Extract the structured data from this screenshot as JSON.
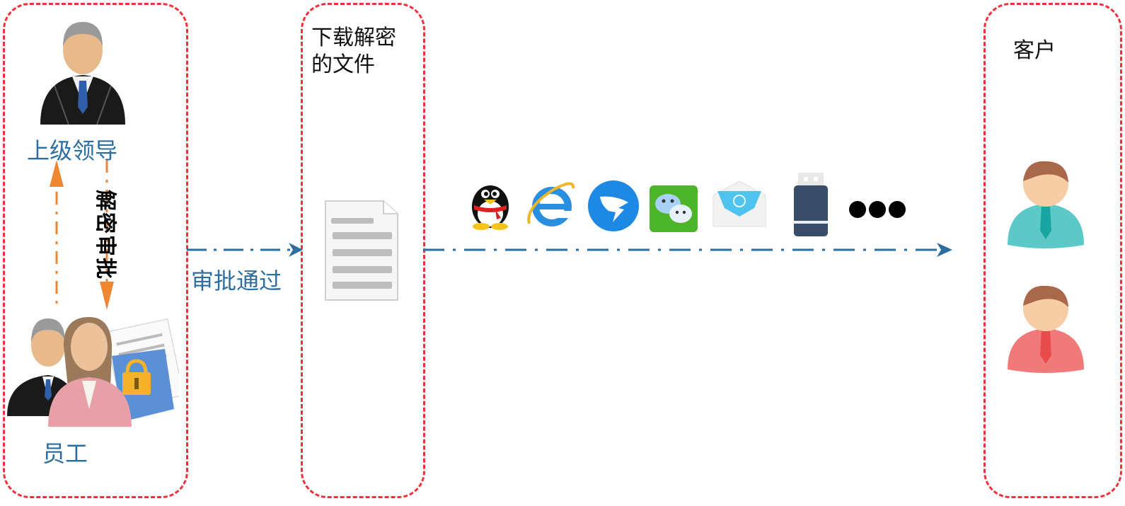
{
  "lanes": {
    "approval": {
      "leader_label": "上级领导",
      "employee_label": "员工",
      "vertical_label": "解密审批"
    },
    "download": {
      "title_line1": "下载解密",
      "title_line2": "的文件"
    },
    "customer": {
      "title": "客户"
    }
  },
  "flow": {
    "approved_label": "审批通过"
  },
  "channels": [
    {
      "name": "qq",
      "icon": "qq-penguin-icon"
    },
    {
      "name": "ie",
      "icon": "internet-explorer-icon"
    },
    {
      "name": "dingtalk",
      "icon": "dingtalk-icon"
    },
    {
      "name": "wechat",
      "icon": "wechat-icon"
    },
    {
      "name": "email",
      "icon": "email-icon"
    },
    {
      "name": "usb",
      "icon": "usb-drive-icon"
    },
    {
      "name": "more",
      "icon": "ellipsis-icon"
    }
  ],
  "colors": {
    "lane_border": "#f0303a",
    "flow_arrow": "#2d6ea0",
    "approval_arrow": "#ef8632",
    "label_blue": "#2d6ea0"
  }
}
